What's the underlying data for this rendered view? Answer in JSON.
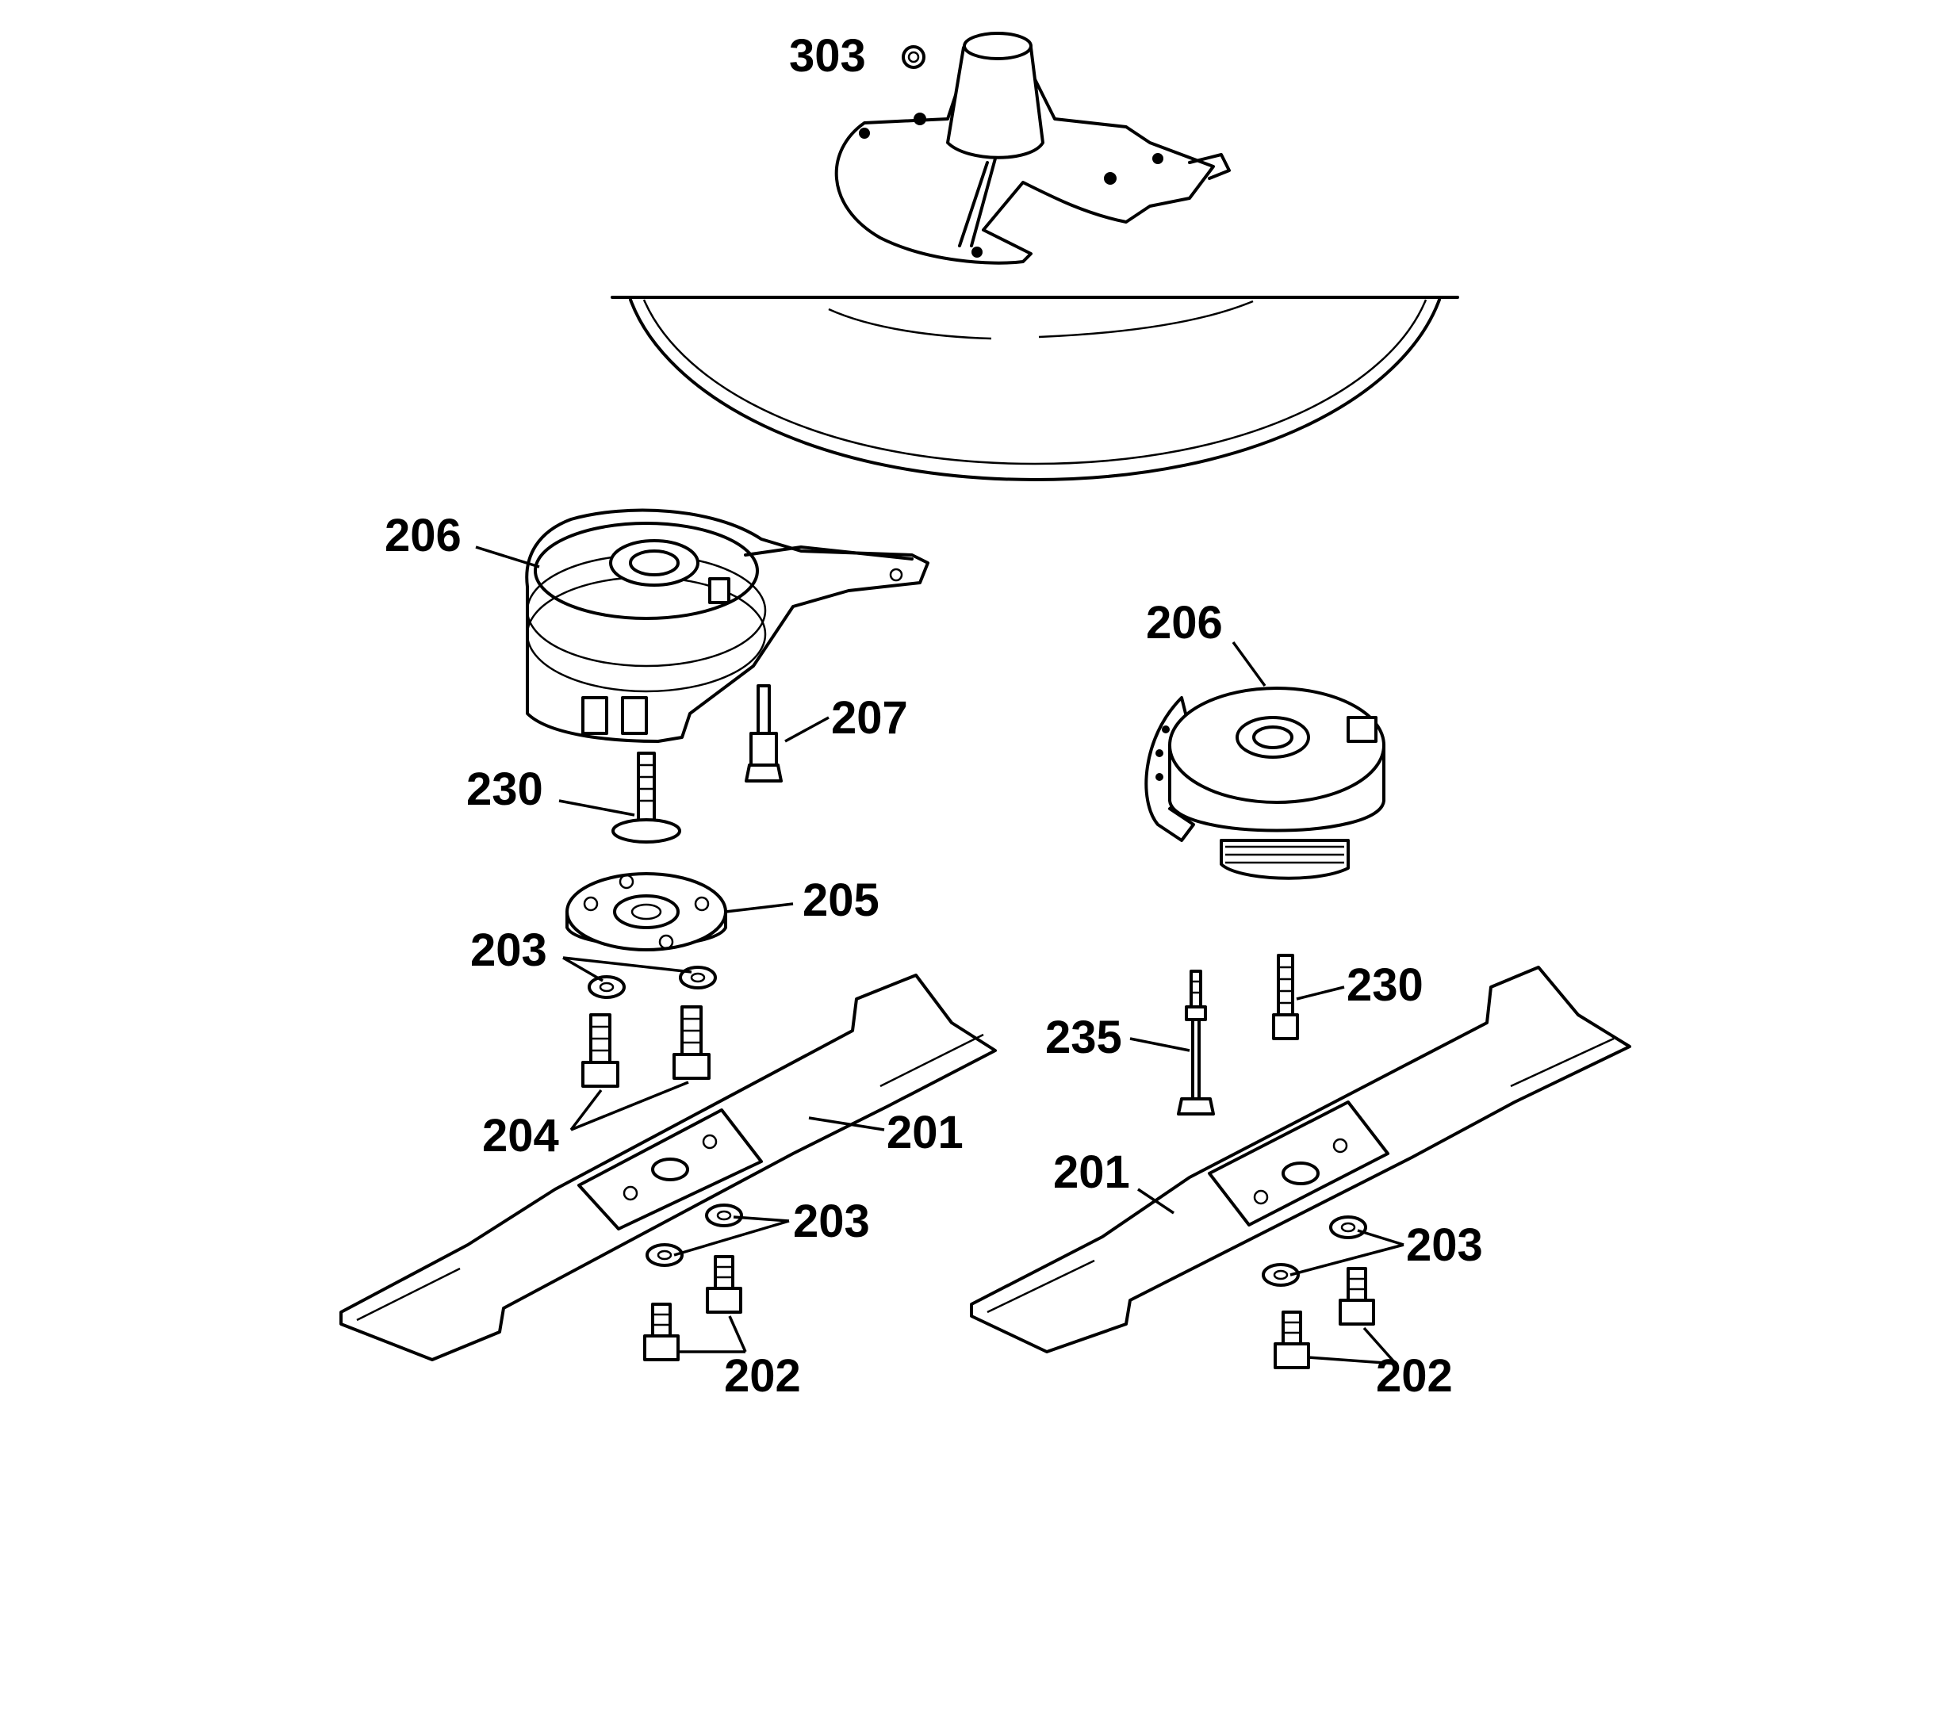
{
  "callouts": [
    {
      "id": "c303",
      "text": "303"
    },
    {
      "id": "c206a",
      "text": "206"
    },
    {
      "id": "c207",
      "text": "207"
    },
    {
      "id": "c230a",
      "text": "230"
    },
    {
      "id": "c205",
      "text": "205"
    },
    {
      "id": "c203a",
      "text": "203"
    },
    {
      "id": "c204",
      "text": "204"
    },
    {
      "id": "c201a",
      "text": "201"
    },
    {
      "id": "c203b",
      "text": "203"
    },
    {
      "id": "c202a",
      "text": "202"
    },
    {
      "id": "c206b",
      "text": "206"
    },
    {
      "id": "c235",
      "text": "235"
    },
    {
      "id": "c230b",
      "text": "230"
    },
    {
      "id": "c201b",
      "text": "201"
    },
    {
      "id": "c203c",
      "text": "203"
    },
    {
      "id": "c202b",
      "text": "202"
    }
  ],
  "colors": {
    "line": "#000000",
    "background": "#ffffff"
  }
}
